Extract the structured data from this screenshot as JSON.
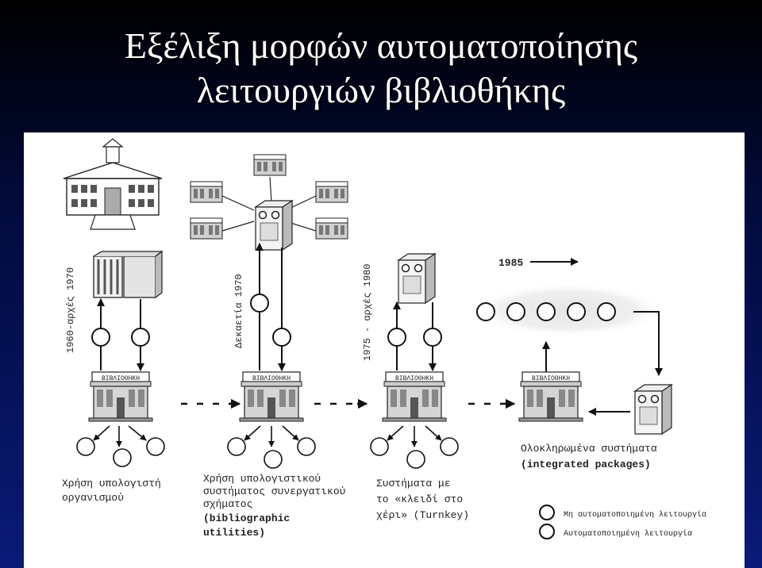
{
  "slide": {
    "title_line1": "Εξέλιξη μορφών αυτοματοποίησης",
    "title_line2": "λειτουργιών βιβλιοθήκης"
  },
  "diagram": {
    "library_sign": "ΒΙΒΛΙΟΘΗΚΗ",
    "small_library_sign": "ΒΙΒΛΙΟΘΗΚΗ",
    "period_1": "1960-αρχές 1970",
    "period_2": "Δεκαετία 1970",
    "period_3": "1975 - αρχές 1980",
    "period_4": "1985",
    "caption_1_line1": "Χρήση υπολογιστή",
    "caption_1_line2": "οργανισμού",
    "caption_2_line1": "Χρήση υπολογιστικού",
    "caption_2_line2": "συστήματος συνεργατικού",
    "caption_2_line3": "σχήματος",
    "caption_2_line4": "(bibliographic",
    "caption_2_line5": "utilities)",
    "caption_3_line1": "Συστήματα με",
    "caption_3_line2": "το «κλειδί στο",
    "caption_3_line3": "χέρι» (Turnkey)",
    "caption_4_line1": "Ολοκληρωμένα συστήματα",
    "caption_4_line2": "(integrated packages)",
    "legend_non_automated": "Μη αυτοματοποιημένη λειτουργία",
    "legend_automated": "Αυτοματοποιημένη λειτουργία"
  }
}
